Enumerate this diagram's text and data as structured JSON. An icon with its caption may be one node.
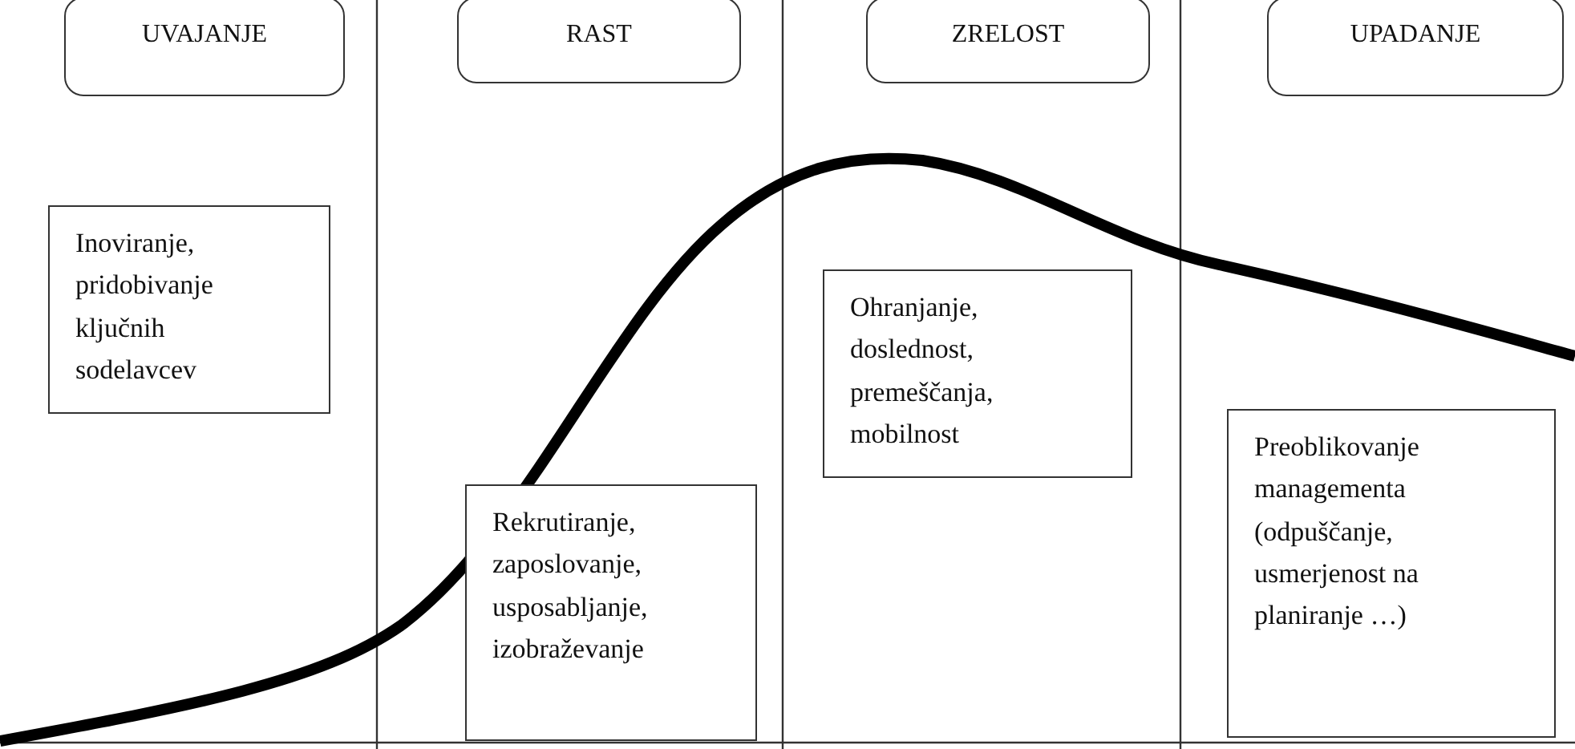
{
  "diagram": {
    "nodes": [
      {
        "text": [
          "UVAJANJE"
        ]
      },
      {
        "text": [
          "RAST"
        ]
      },
      {
        "text": [
          "ZRELOST"
        ]
      },
      {
        "text": [
          "UPADANJE"
        ]
      },
      {
        "text": [
          "Inoviranje, pridobivanje ključnih sodelavcev"
        ]
      },
      {
        "text": [
          "Rekrutiranje, zaposlovanje, usposabljanje, izobraževanje"
        ]
      },
      {
        "text": [
          "Ohranjanje, doslednost, premeščanja, mobilnost"
        ]
      },
      {
        "text": [
          "Preoblikovanje managementa (odpuščanje, usmerjenost na planiranje …)"
        ]
      }
    ],
    "edges": []
  }
}
